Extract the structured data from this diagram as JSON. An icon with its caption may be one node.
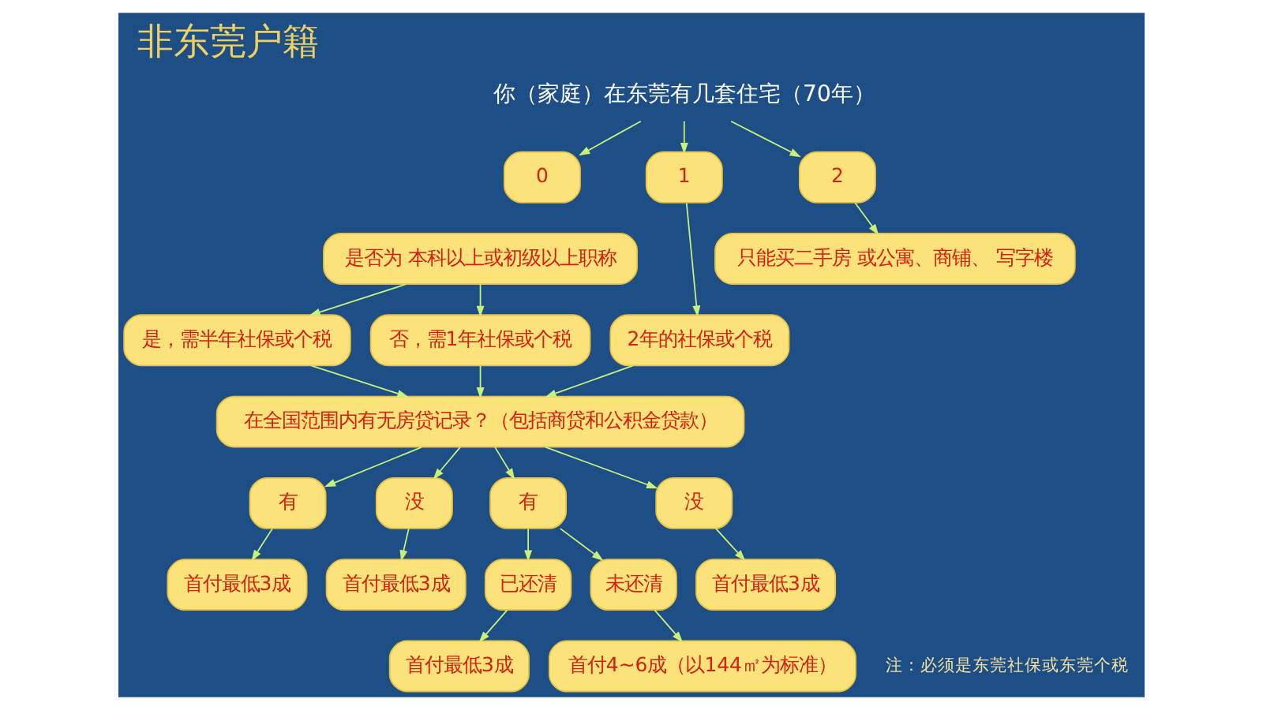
{
  "diagram": {
    "title": "非东莞户籍",
    "nodes": [
      {
        "text": [
          "你（家庭）在东莞有几套住宅（70年）"
        ]
      },
      {
        "text": [
          "0"
        ]
      },
      {
        "text": [
          "1"
        ]
      },
      {
        "text": [
          "2"
        ]
      },
      {
        "text": [
          "是否为 本科以上或初级以上职称"
        ]
      },
      {
        "text": [
          "是，需半年社保或个税"
        ]
      },
      {
        "text": [
          "否，需1年社保或个税"
        ]
      },
      {
        "text": [
          "2年的社保或个税"
        ]
      },
      {
        "text": [
          "只能买二手房 或公寓、商铺、 写字楼"
        ]
      },
      {
        "text": [
          "在全国范围内有无房贷记录？（包括商贷和公积金贷款）"
        ]
      },
      {
        "text": [
          "有"
        ]
      },
      {
        "text": [
          "没"
        ]
      },
      {
        "text": [
          "有"
        ]
      },
      {
        "text": [
          "没"
        ]
      },
      {
        "text": [
          "首付最低3成"
        ]
      },
      {
        "text": [
          "首付最低3成"
        ]
      },
      {
        "text": [
          "已还清"
        ]
      },
      {
        "text": [
          "未还清"
        ]
      },
      {
        "text": [
          "首付最低3成"
        ]
      },
      {
        "text": [
          "首付最低3成"
        ]
      },
      {
        "text": [
          "首付4~6成（以144㎡为标准）"
        ]
      }
    ],
    "edges": [
      {
        "from": 0,
        "to": 1,
        "arrow": "to"
      },
      {
        "from": 0,
        "to": 2,
        "arrow": "to"
      },
      {
        "from": 0,
        "to": 3,
        "arrow": "to"
      },
      {
        "from": 4,
        "to": 5,
        "arrow": "to"
      },
      {
        "from": 4,
        "to": 6,
        "arrow": "to"
      },
      {
        "from": 2,
        "to": 7,
        "arrow": "to"
      },
      {
        "from": 3,
        "to": 8,
        "arrow": "to"
      },
      {
        "from": 5,
        "to": 9,
        "arrow": "to"
      },
      {
        "from": 6,
        "to": 9,
        "arrow": "to"
      },
      {
        "from": 7,
        "to": 9,
        "arrow": "to"
      },
      {
        "from": 9,
        "to": 10,
        "arrow": "to"
      },
      {
        "from": 9,
        "to": 11,
        "arrow": "to"
      },
      {
        "from": 9,
        "to": 12,
        "arrow": "to"
      },
      {
        "from": 9,
        "to": 13,
        "arrow": "to"
      },
      {
        "from": 10,
        "to": 14,
        "arrow": "to"
      },
      {
        "from": 11,
        "to": 15,
        "arrow": "to"
      },
      {
        "from": 12,
        "to": 16,
        "arrow": "to"
      },
      {
        "from": 12,
        "to": 17,
        "arrow": "to"
      },
      {
        "from": 13,
        "to": 18,
        "arrow": "to"
      },
      {
        "from": 16,
        "to": 19,
        "arrow": "to"
      },
      {
        "from": 17,
        "to": 20,
        "arrow": "to"
      }
    ],
    "labels": [
      "注：必须是东莞社保或东莞个税"
    ]
  }
}
